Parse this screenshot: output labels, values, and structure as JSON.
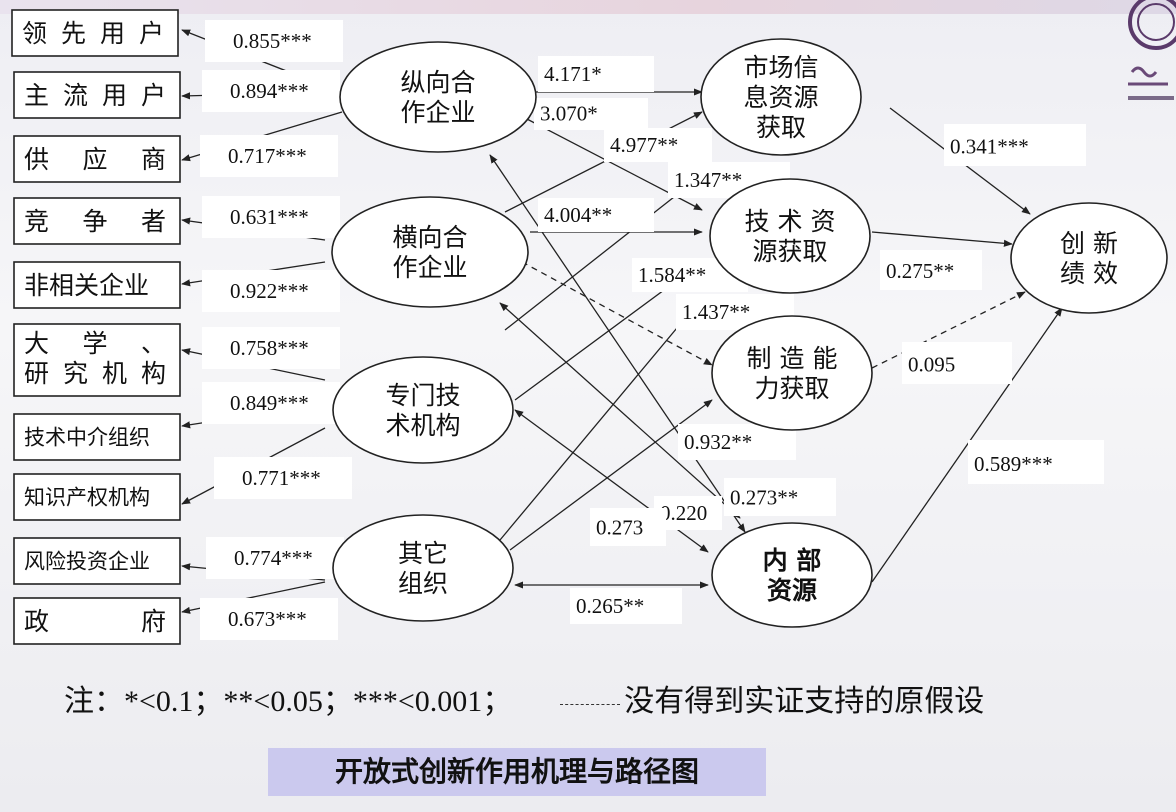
{
  "indicators": [
    {
      "id": "i1",
      "text": "领先用户",
      "spaced": true
    },
    {
      "id": "i2",
      "text": "主流用户",
      "spaced": true
    },
    {
      "id": "i3",
      "text": "供 应 商",
      "spaced": false
    },
    {
      "id": "i4",
      "text": "竞 争 者",
      "spaced": false
    },
    {
      "id": "i5",
      "text": "非相关企业",
      "spaced": false
    },
    {
      "id": "i6",
      "lines": [
        "大 学 、",
        "研究机构"
      ]
    },
    {
      "id": "i7",
      "text": "技术中介组织",
      "spaced": false
    },
    {
      "id": "i8",
      "text": "知识产权机构",
      "spaced": false
    },
    {
      "id": "i9",
      "text": "风险投资企业",
      "spaced": false
    },
    {
      "id": "i10",
      "text": "政        府",
      "spaced": false
    }
  ],
  "latents": [
    {
      "id": "L1",
      "lines": [
        "纵向合",
        "作企业"
      ]
    },
    {
      "id": "L2",
      "lines": [
        "横向合",
        "作企业"
      ]
    },
    {
      "id": "L3",
      "lines": [
        "专门技",
        "术机构"
      ]
    },
    {
      "id": "L4",
      "lines": [
        "其它",
        "组织"
      ]
    },
    {
      "id": "M1",
      "lines": [
        "市场信",
        "息资源",
        "获取"
      ]
    },
    {
      "id": "M2",
      "lines": [
        "技 术 资",
        "源获取"
      ]
    },
    {
      "id": "M3",
      "lines": [
        "制 造 能",
        "力获取"
      ]
    },
    {
      "id": "M4",
      "lines": [
        "内 部",
        "资源"
      ],
      "bold": true
    },
    {
      "id": "Y",
      "lines": [
        "创 新",
        "绩 效"
      ]
    }
  ],
  "loadings": [
    {
      "text": "0.855***"
    },
    {
      "text": "0.894***"
    },
    {
      "text": "0.717***"
    },
    {
      "text": "0.631***"
    },
    {
      "text": "0.922***"
    },
    {
      "text": "0.758***"
    },
    {
      "text": "0.849***"
    },
    {
      "text": "0.771***"
    },
    {
      "text": "0.774***"
    },
    {
      "text": "0.673***"
    }
  ],
  "paths": [
    {
      "text": "4.171*"
    },
    {
      "text": "3.070*"
    },
    {
      "text": "4.977**"
    },
    {
      "text": "1.347**"
    },
    {
      "text": "4.004**"
    },
    {
      "text": "1.584**"
    },
    {
      "text": "1.437**"
    },
    {
      "text": "0.932**"
    },
    {
      "text": "0.273**"
    },
    {
      "text": "0.220"
    },
    {
      "text": "0.273"
    },
    {
      "text": "0.265**"
    },
    {
      "text": "0.341***"
    },
    {
      "text": "0.275**"
    },
    {
      "text": "0.095"
    },
    {
      "text": "0.589***"
    }
  ],
  "legend": {
    "prefix": "注：",
    "levels": "*<0.1；**<0.05；***<0.001；",
    "dashed_meaning": "没有得到实证支持的原假设"
  },
  "caption": "开放式创新作用机理与路径图",
  "colors": {
    "caption_bg": "#cbc9ee",
    "line": "#222222"
  },
  "icons": {
    "logo": "university-seal-icon"
  }
}
